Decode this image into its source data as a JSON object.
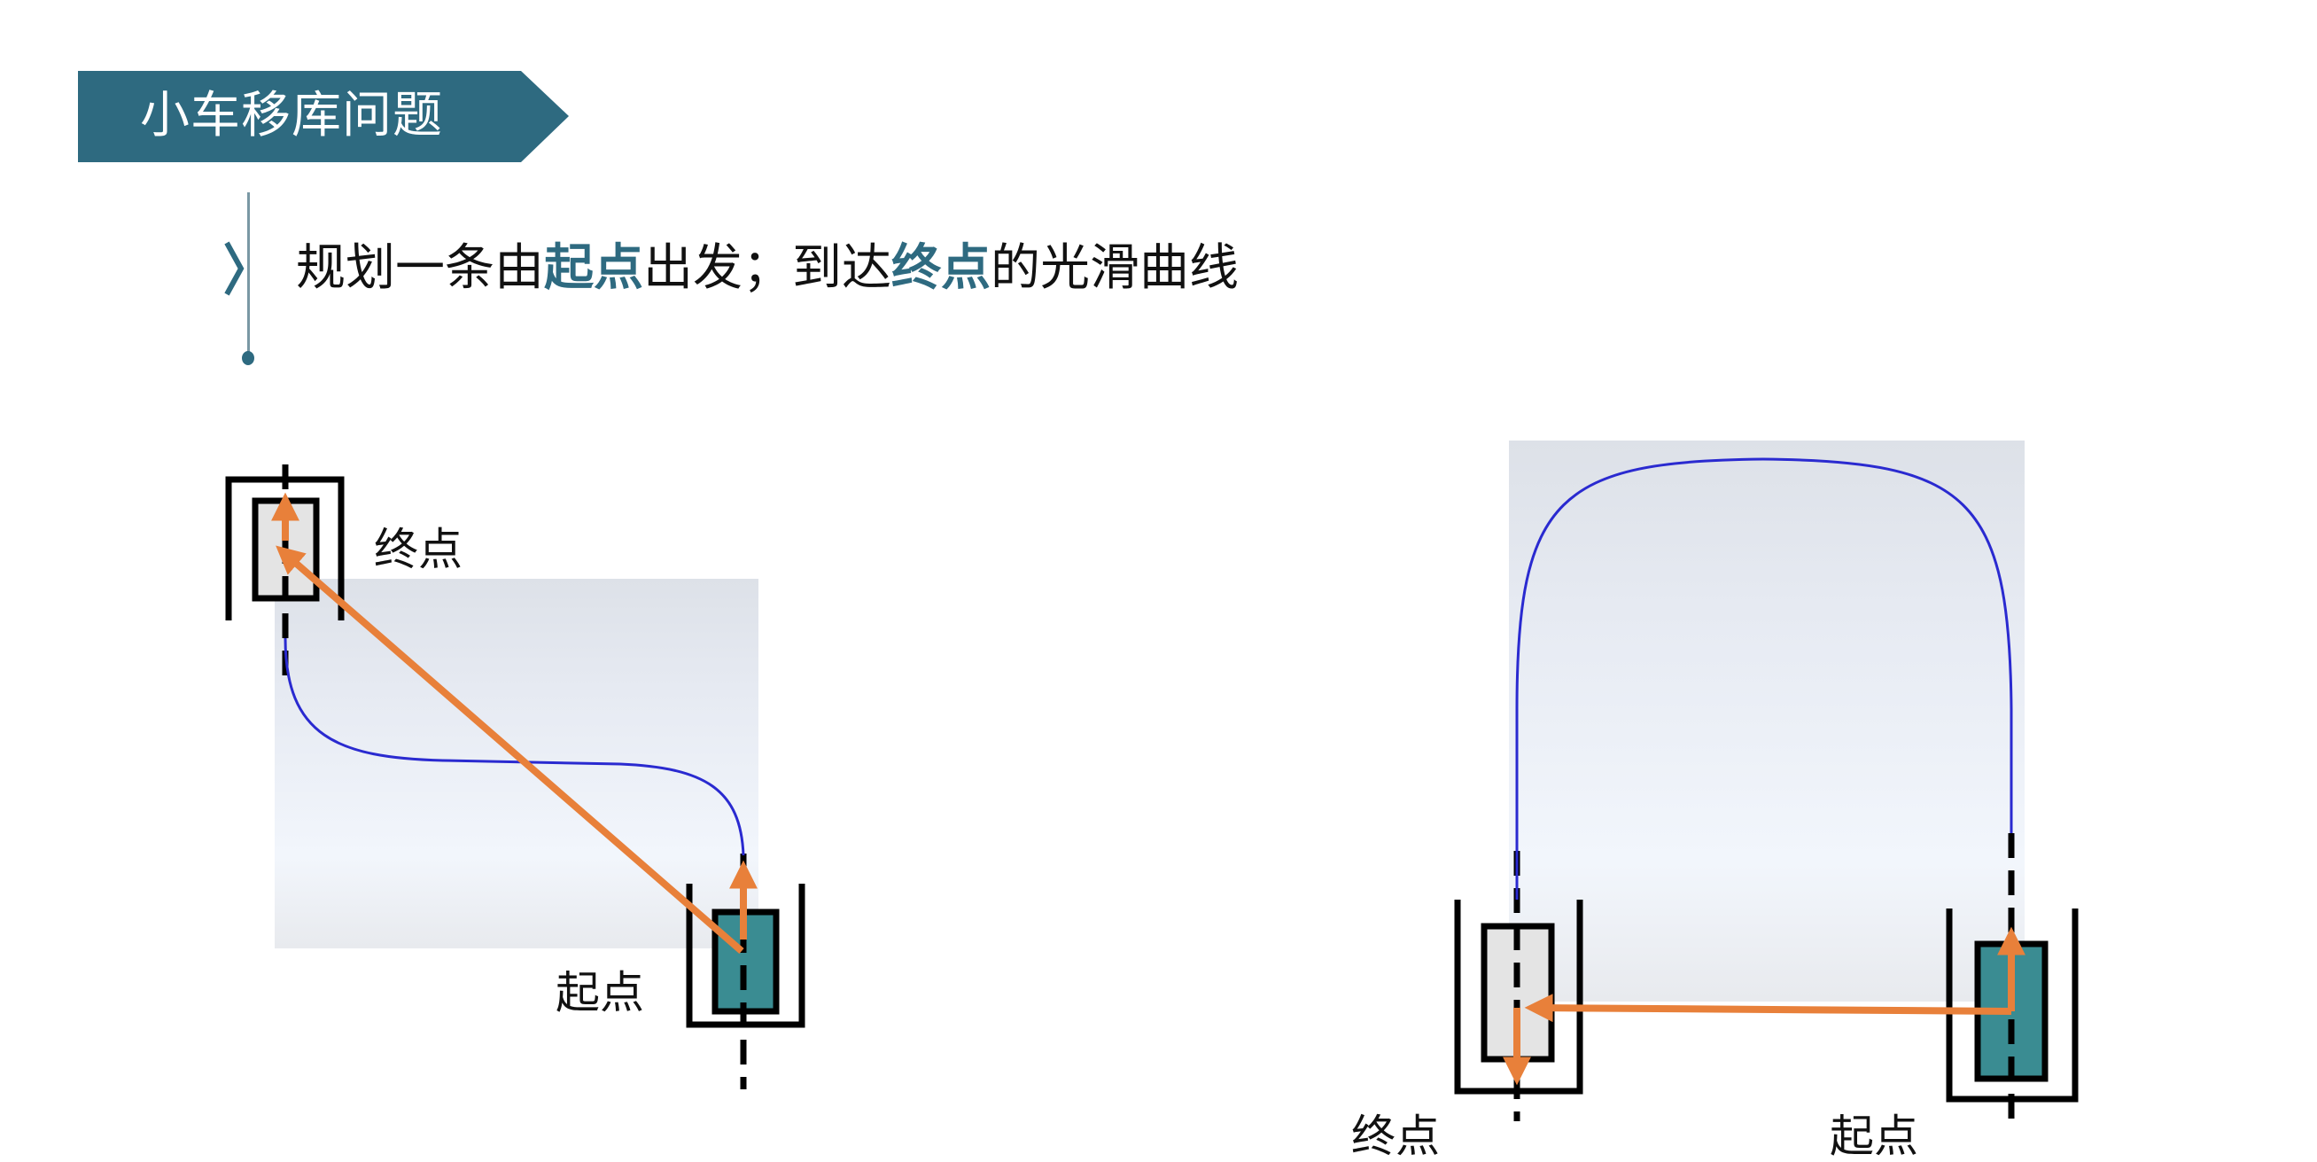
{
  "header": {
    "title": "小车移库问题"
  },
  "statement": {
    "part1": "规划一条由",
    "start_term": "起点",
    "part2": "出发；到达",
    "end_term": "终点",
    "part3": "的光滑曲线"
  },
  "diagram_left": {
    "end_label": "终点",
    "start_label": "起点"
  },
  "diagram_right": {
    "end_label": "终点",
    "start_label": "起点"
  },
  "colors": {
    "banner": "#2e6a80",
    "accent": "#2e6a80",
    "arrow": "#e8803a",
    "path": "#2a2ad0",
    "car_start": "#3a8c92",
    "car_end": "#e4e4e4"
  }
}
